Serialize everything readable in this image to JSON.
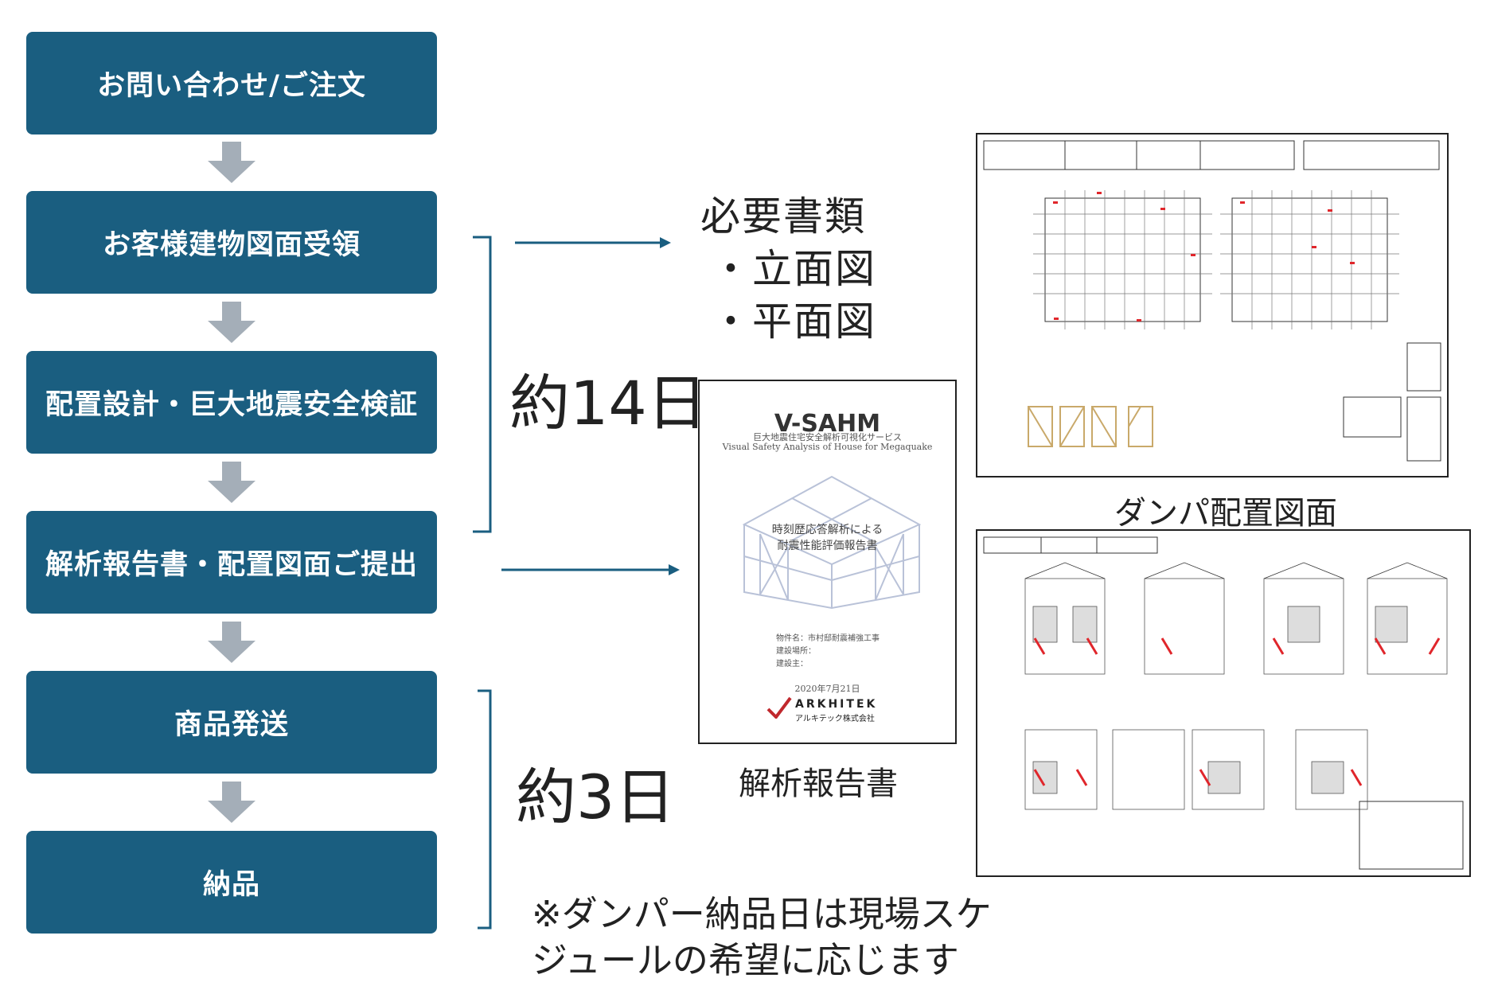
{
  "steps": [
    {
      "label": "お問い合わせ/ご注文"
    },
    {
      "label": "お客様建物図面受領"
    },
    {
      "label": "配置設計・巨大地震安全検証"
    },
    {
      "label": "解析報告書・配置図面ご提出"
    },
    {
      "label": "商品発送"
    },
    {
      "label": "納品"
    }
  ],
  "duration_top": "約14日",
  "duration_bottom": "約3日",
  "required_docs": {
    "title": "必要書類",
    "items": [
      "・立面図",
      "・平面図"
    ]
  },
  "report_caption": "解析報告書",
  "damper_caption": "ダンパ配置図面",
  "note_line1": "※ダンパー納品日は現場スケ",
  "note_line2": "ジュールの希望に応じます",
  "report": {
    "title": "V-SAHM",
    "subtitle_ja": "巨大地震住宅安全解析可視化サービス",
    "subtitle_en": "Visual Safety Analysis of House for Megaquake",
    "heading1": "時刻歴応答解析による",
    "heading2": "耐震性能評価報告書",
    "field1": "物件名：市村邸耐震補強工事",
    "field2": "建設場所：",
    "field3": "建設主：",
    "date": "2020年7月21日",
    "company_en": "ARKHITEK",
    "company_ja": "アルキテック株式会社"
  },
  "colors": {
    "step_bg": "#1a5e80",
    "step_text": "#ffffff",
    "arrow_gray": "#a4aeb8",
    "connector_blue": "#1a5e80",
    "damper_red": "#e0262b"
  }
}
